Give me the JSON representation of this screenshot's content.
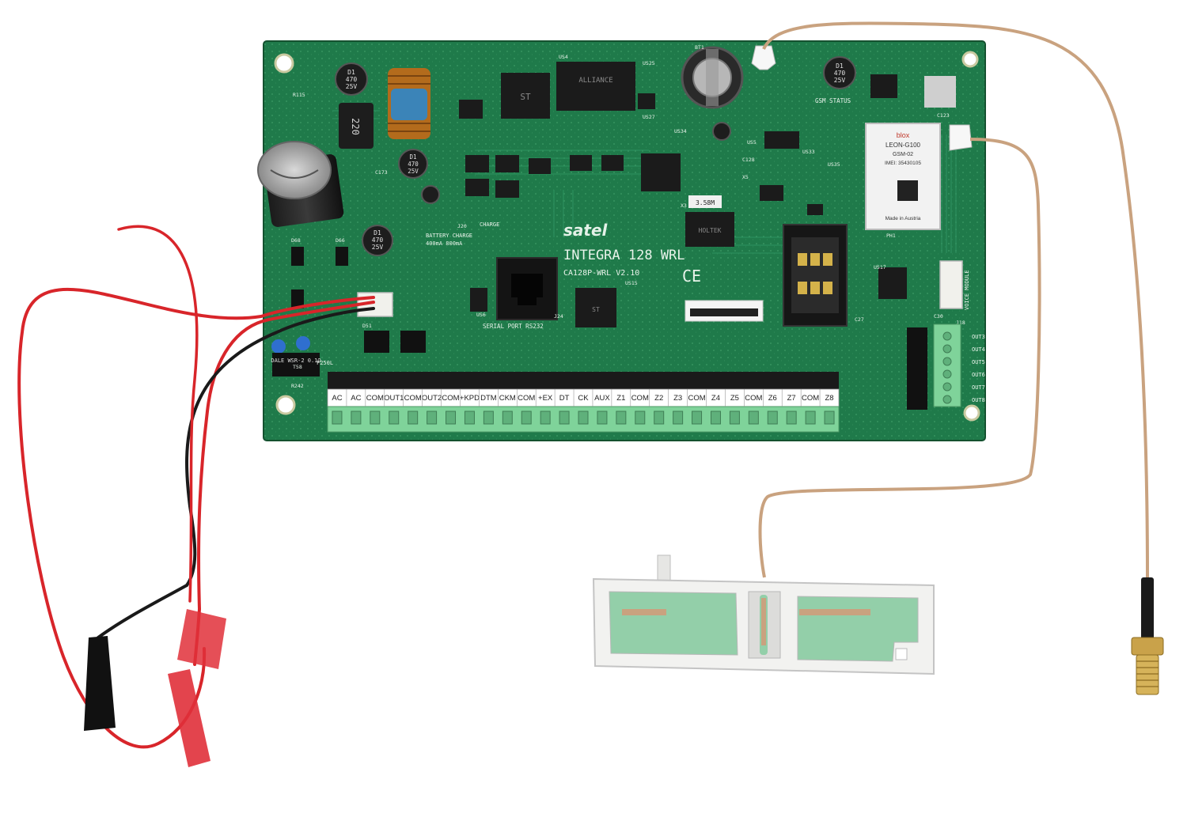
{
  "board": {
    "brand": "satel",
    "model": "INTEGRA 128 WRL",
    "revision": "CA128P-WRL V2.10",
    "ce_mark": "CE",
    "serial_port_label": "SERIAL PORT RS232",
    "battery_label": "BATTERY CHARGE",
    "battery_current": "400mA   800mA",
    "charge_label": "CHARGE",
    "gsm_status_label": "GSM STATUS",
    "voice_module_label": "VOICE MODULE",
    "crystal_label": "3.58M",
    "fuse_label": "F250L",
    "resistor_label": "DALE WSR-2 0.1Ω",
    "capacitor_large_label": "",
    "capacitor_small_1": [
      "D1",
      "470",
      "25V"
    ],
    "capacitor_small_2": [
      "D1",
      "470",
      "25V"
    ],
    "capacitor_small_3": [
      "D1",
      "470",
      "25V"
    ],
    "capacitor_small_4": [
      "D1",
      "470",
      "25V"
    ],
    "inductor_label": "220",
    "ic_labels": [
      "ALLIANCE",
      "ST",
      "HOLTEK",
      "ST"
    ],
    "designators": [
      "US4",
      "US25",
      "US27",
      "US34",
      "US33",
      "US35",
      "US5",
      "US15",
      "US6",
      "US17",
      "BT1",
      "C173",
      "C128",
      "C123",
      "C30",
      "J18",
      "J20",
      "J24",
      "PH1",
      "R242",
      "D51",
      "D66",
      "D68",
      "T58",
      "X5",
      "X3",
      "C27",
      "R115"
    ]
  },
  "terminals": [
    "AC",
    "AC",
    "COM",
    "OUT1",
    "COM",
    "OUT2",
    "COM",
    "+KPD",
    "DTM",
    "CKM",
    "COM",
    "+EX",
    "DT",
    "CK",
    "AUX",
    "Z1",
    "COM",
    "Z2",
    "Z3",
    "COM",
    "Z4",
    "Z5",
    "COM",
    "Z6",
    "Z7",
    "COM",
    "Z8"
  ],
  "outputs_side": [
    "OUT3",
    "OUT4",
    "OUT5",
    "OUT6",
    "OUT7",
    "OUT8"
  ],
  "gsm_module": {
    "brand": "blox",
    "model": "LEON-G100",
    "line2": "GSM-02",
    "imei_line": "IMEI: 35430105",
    "footer": "Made in Austria"
  },
  "colors": {
    "pcb": "#1f7a4a",
    "pcb_dark": "#16603a",
    "terminal_green": "#7fd39a",
    "wire_red": "#d8252a",
    "wire_black": "#1a1a1a",
    "coax": "#c9a27f",
    "antenna_body": "#f2f2f0",
    "antenna_pad": "#93cfa9"
  },
  "icons": [
    "rj45-jack",
    "sim-holder",
    "coin-battery",
    "sma-connector",
    "spade-terminal"
  ]
}
